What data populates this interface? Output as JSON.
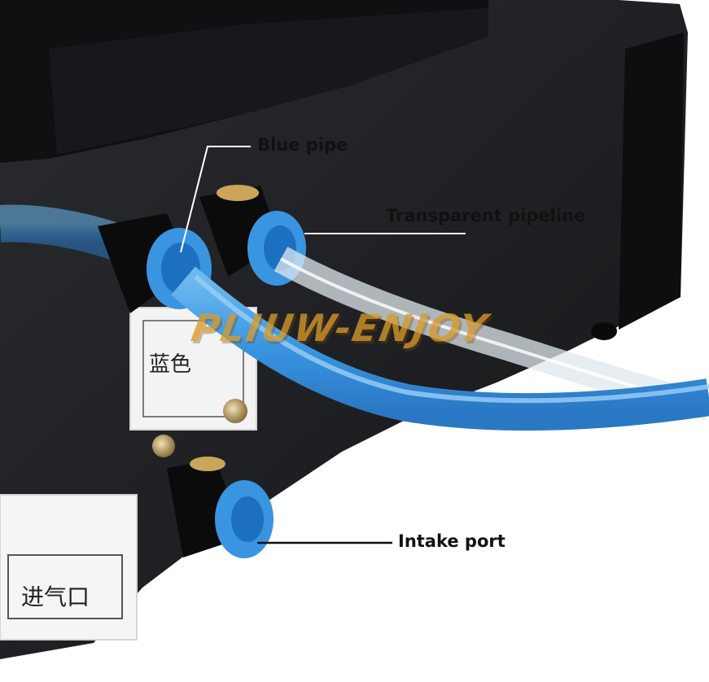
{
  "labels": {
    "blue_pipe": "Blue pipe",
    "transparent_pipeline": "Transparent pipeline",
    "intake_port": "Intake port"
  },
  "watermark": "PLIUW-ENJOY",
  "plates": {
    "top": "蓝色",
    "bottom": "进气口"
  },
  "colors": {
    "machine_body": "#1e1f22",
    "blue_pipe": "#3a95e0",
    "watermark": "#d89a2a",
    "background": "#ffffff"
  }
}
